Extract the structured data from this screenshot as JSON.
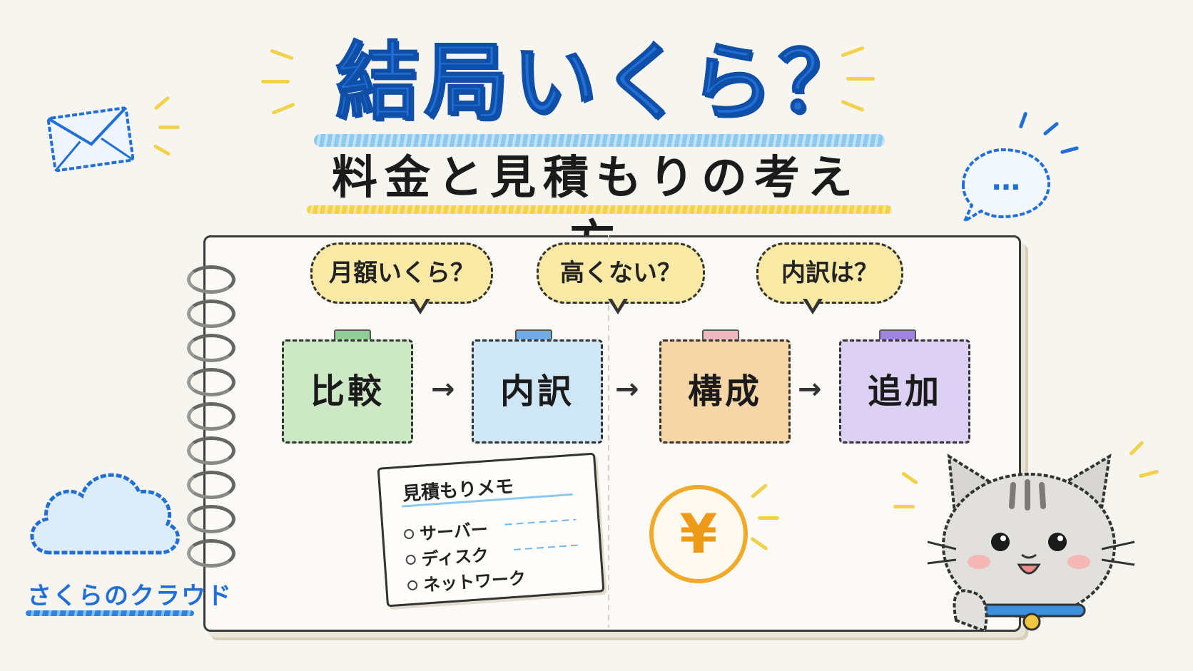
{
  "headline": {
    "title": "結局いくら？",
    "subtitle": "料金と見積もりの考え方"
  },
  "bubbles": [
    "月額いくら？",
    "高くない？",
    "内訳は？"
  ],
  "notes": [
    {
      "label": "比較",
      "color": "#cde8c4",
      "tape": "#8fcf93"
    },
    {
      "label": "内訳",
      "color": "#cfe6f6",
      "tape": "#6fa9e6"
    },
    {
      "label": "構成",
      "color": "#f6d6a6",
      "tape": "#f0b8c0"
    },
    {
      "label": "追加",
      "color": "#dcd0f3",
      "tape": "#9c84e0"
    }
  ],
  "arrow_glyph": "→",
  "memo": {
    "title": "見積もりメモ",
    "items": [
      "サーバー",
      "ディスク",
      "ネットワーク"
    ]
  },
  "coin_symbol": "¥",
  "brand": "さくらのクラウド",
  "speech_bubble_text": "…",
  "colors": {
    "accent_blue": "#1f6fd6",
    "accent_yellow": "#f2d24a",
    "coin_orange": "#f0a928"
  },
  "icons": [
    "envelope-icon",
    "chat-bubble-icon",
    "cloud-icon",
    "yen-coin-icon",
    "cat-illustration"
  ]
}
